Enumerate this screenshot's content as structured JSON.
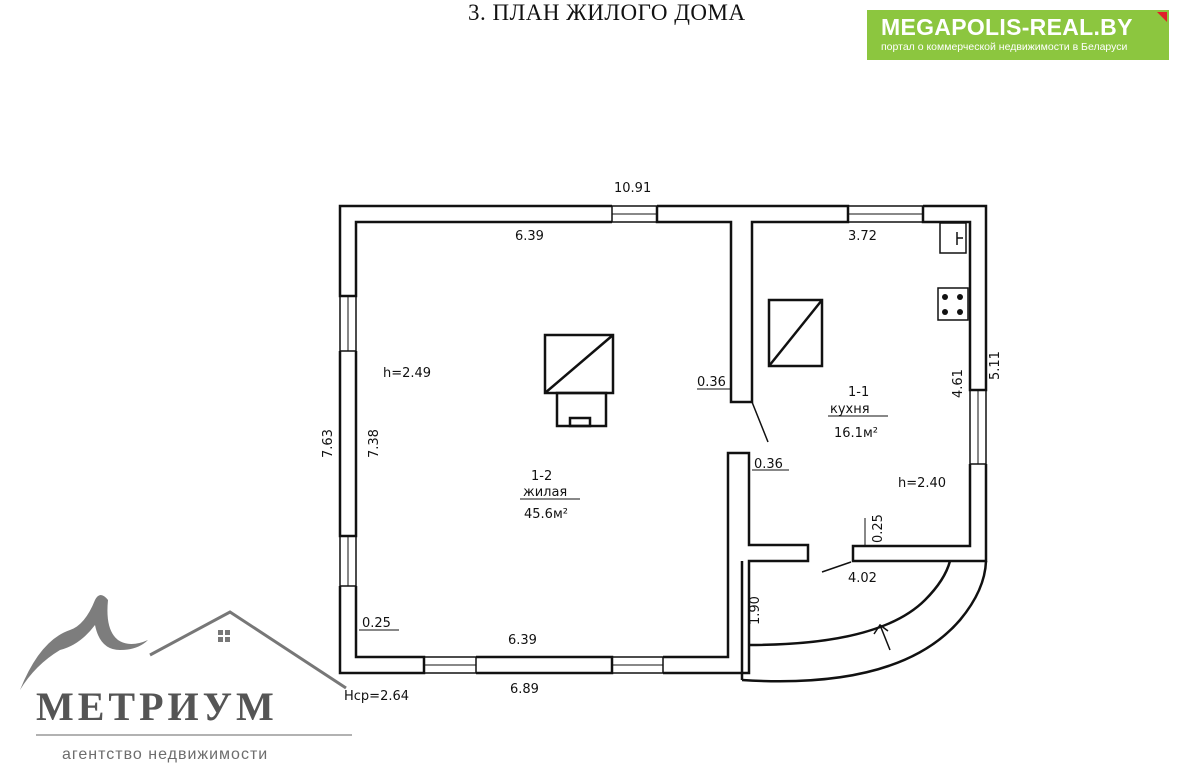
{
  "header": {
    "title": "3. ПЛАН ЖИЛОГО ДОМА"
  },
  "watermark_site": {
    "name": "MEGAPOLIS-REAL.BY",
    "tagline": "портал о коммерческой недвижимости в Беларуси",
    "color": "#8cc63f",
    "corner_color": "#e0202a"
  },
  "agency_logo": {
    "name": "МЕТРИУМ",
    "subtitle": "агентство недвижимости",
    "color": "#6d6d6d"
  },
  "plan": {
    "dimensions": {
      "total_width": "10.91",
      "living_top_width": "6.39",
      "kitchen_top_width": "3.72",
      "living_bottom_inner": "6.39",
      "living_bottom_outer": "6.89",
      "left_outer": "7.63",
      "left_inner": "7.38",
      "right_inner": "4.61",
      "right_outer": "5.11",
      "partition_upper": "0.36",
      "partition_lower": "0.36",
      "wall_thickness_left": "0.25",
      "wall_thickness_kitchen": "0.25",
      "kitchen_bottom": "4.02",
      "porch_depth": "1.90"
    },
    "rooms": [
      {
        "number": "1-2",
        "name": "жилая",
        "area": "45.6м²"
      },
      {
        "number": "1-1",
        "name": "кухня",
        "area": "16.1м²"
      }
    ],
    "heights": {
      "living": "h=2.49",
      "kitchen": "h=2.40",
      "average": "Hср=2.64"
    }
  }
}
